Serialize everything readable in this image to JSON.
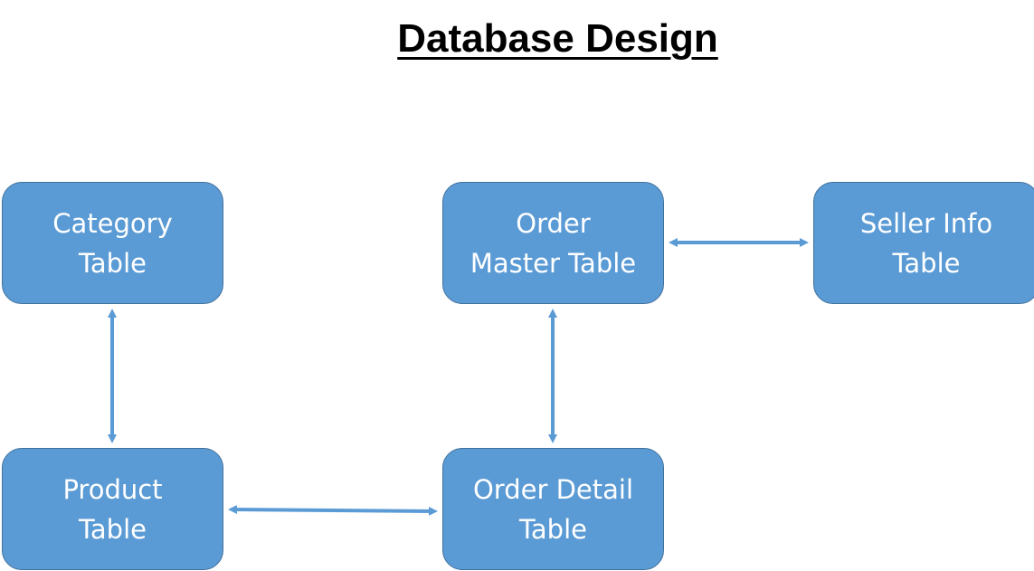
{
  "title": "Database Design",
  "colors": {
    "node_fill": "#5b9bd5",
    "node_border": "#41719c",
    "edge": "#5b9bd5",
    "text": "#ffffff"
  },
  "nodes": {
    "category": {
      "line1": "Category",
      "line2": "Table"
    },
    "order_master": {
      "line1": "Order",
      "line2": "Master Table"
    },
    "seller_info": {
      "line1": "Seller Info",
      "line2": "Table"
    },
    "product": {
      "line1": "Product",
      "line2": "Table"
    },
    "order_detail": {
      "line1": "Order Detail",
      "line2": "Table"
    }
  },
  "edges": [
    {
      "from": "category",
      "to": "product",
      "direction": "both"
    },
    {
      "from": "order_master",
      "to": "order_detail",
      "direction": "both"
    },
    {
      "from": "order_master",
      "to": "seller_info",
      "direction": "both"
    },
    {
      "from": "product",
      "to": "order_detail",
      "direction": "both"
    }
  ]
}
